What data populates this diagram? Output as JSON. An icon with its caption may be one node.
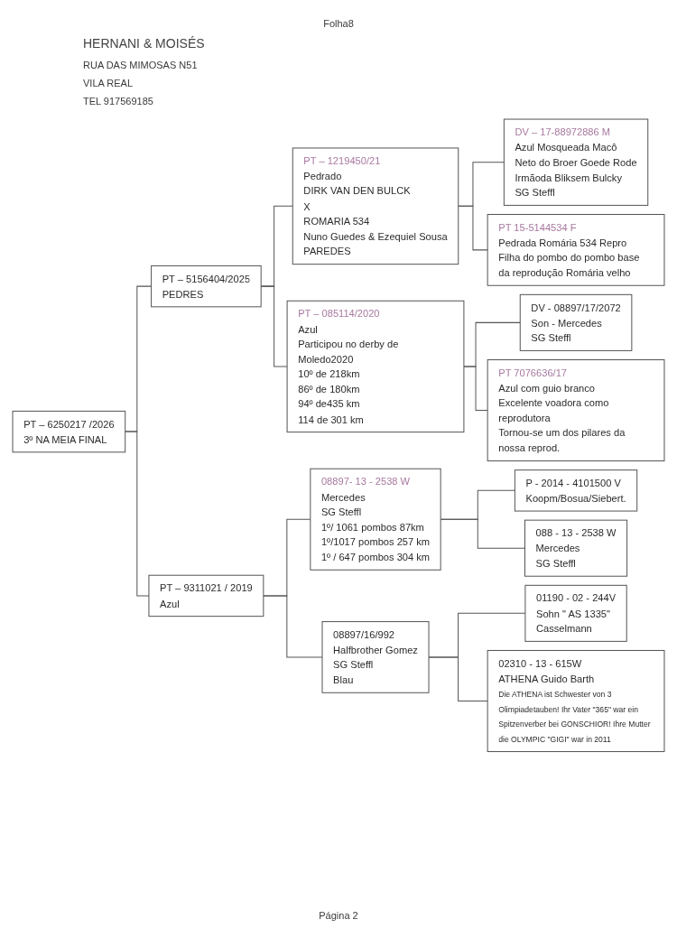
{
  "diagram": {
    "title": "HERNANI & MOISÉS",
    "nodes": [
      {
        "text": [
          "PT – 5156404/2025",
          "PEDRES"
        ]
      },
      {
        "text": [
          "PT – 6250217 /2026",
          "3º NA MEIA FINAL"
        ]
      },
      {
        "text": [
          "PT – 9311021 / 2019",
          "Azul"
        ]
      },
      {
        "text": [
          "PT – 1219450/21",
          "Pedrado",
          "DIRK VAN DEN BULCK",
          "X",
          "ROMARIA 534",
          "Nuno Guedes & Ezequiel Sousa",
          "PAREDES"
        ]
      },
      {
        "text": [
          "PT – 085114/2020",
          "Azul",
          "Participou no derby de Moledo2020",
          "10º de 218km",
          "86º de 180km",
          "94º de435 km",
          "114 de 301 km"
        ]
      },
      {
        "text": [
          "08897- 13 - 2538 W",
          "Mercedes",
          "SG Steffl",
          "1º/ 1061 pombos 87km",
          "1º/1017 pombos 257 km",
          "1º / 647 pombos 304 km"
        ]
      },
      {
        "text": [
          "08897/16/992",
          "Halfbrother Gomez",
          "SG Steffl",
          "Blau"
        ]
      },
      {
        "text": [
          "DV – 17-88972886 M",
          "Azul Mosqueada Macô",
          "Neto do Broer Goede Rode",
          "Irmãoda Bliksem Bulcky",
          "SG Steffl"
        ]
      },
      {
        "text": [
          "PT 15-5144534 F",
          "Pedrada Romária 534 Repro",
          "Filha do pombo do pombo base da reprodução Romária velho"
        ]
      },
      {
        "text": [
          "DV - 08897/17/2072",
          "Son - Mercedes",
          "SG Steffl"
        ]
      },
      {
        "text": [
          "PT 7076636/17",
          "Azul com guio branco",
          "Excelente voadora como reprodutora",
          "Tornou-se um dos pilares da nossa reprod."
        ]
      },
      {
        "text": [
          "P - 2014 - 4101500 V",
          "Koopm/Bosua/Siebert."
        ]
      },
      {
        "text": [
          "088 - 13 - 2538 W",
          "Mercedes",
          "SG Steffl"
        ]
      },
      {
        "text": [
          "01190 - 02 - 244V",
          "Sohn \" AS 1335\"",
          "Casselmann"
        ]
      },
      {
        "text": [
          "02310 - 13 - 615W",
          "ATHENA Guido Barth",
          "Die ATHENA ist Schwester von 3 Olimpiadetauben! Ihr Vater \"365\" war ein Spitzenverber bei GONSCHIOR! Ihre Mutter die OLYMPIC \"GIGI\" war in 2011"
        ]
      }
    ],
    "edges": [
      {
        "from": 1,
        "to": 0,
        "arrow": "none"
      },
      {
        "from": 1,
        "to": 2,
        "arrow": "none"
      },
      {
        "from": 0,
        "to": 3,
        "arrow": "none"
      },
      {
        "from": 0,
        "to": 4,
        "arrow": "none"
      },
      {
        "from": 2,
        "to": 5,
        "arrow": "none"
      },
      {
        "from": 2,
        "to": 6,
        "arrow": "none"
      },
      {
        "from": 3,
        "to": 7,
        "arrow": "none"
      },
      {
        "from": 3,
        "to": 8,
        "arrow": "none"
      },
      {
        "from": 4,
        "to": 9,
        "arrow": "none"
      },
      {
        "from": 4,
        "to": 10,
        "arrow": "none"
      },
      {
        "from": 5,
        "to": 11,
        "arrow": "none"
      },
      {
        "from": 5,
        "to": 12,
        "arrow": "none"
      },
      {
        "from": 6,
        "to": 13,
        "arrow": "none"
      },
      {
        "from": 6,
        "to": 14,
        "arrow": "none"
      }
    ],
    "labels": [
      "Folha8",
      "RUA DAS MIMOSAS N51",
      "VILA REAL",
      "TEL 917569185",
      "Página 2"
    ]
  }
}
